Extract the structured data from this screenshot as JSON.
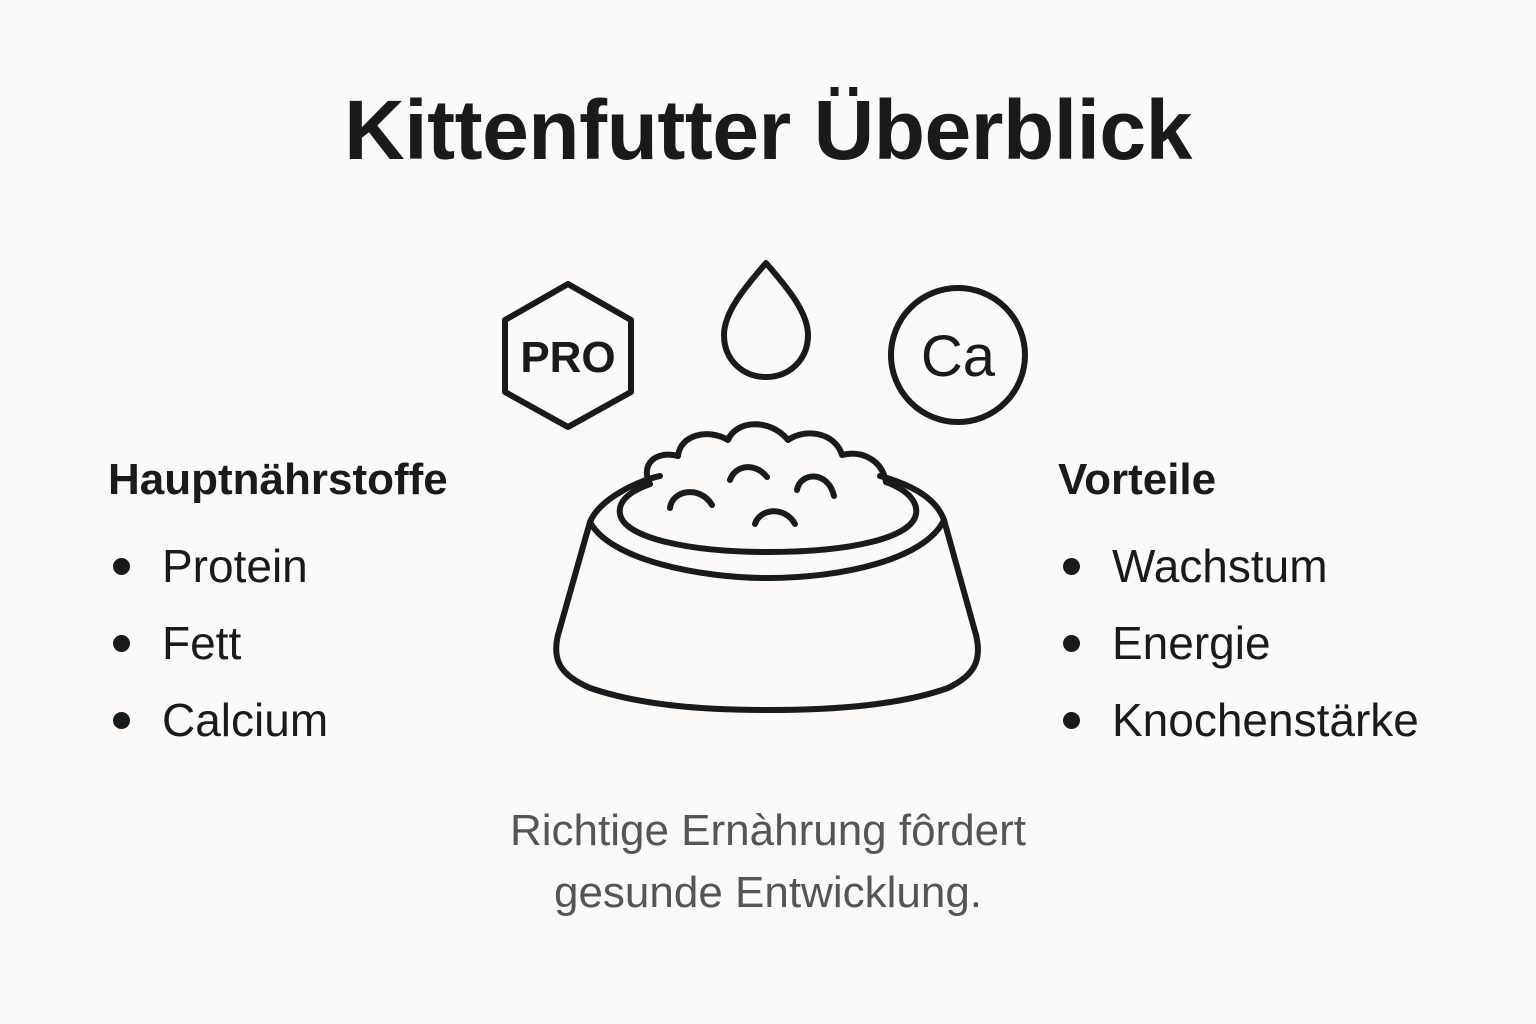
{
  "title": "Kittenfutter Überblick",
  "left_section": {
    "heading": "Hauptnährstoffe",
    "items": [
      "Protein",
      "Fett",
      "Calcium"
    ]
  },
  "right_section": {
    "heading": "Vorteile",
    "items": [
      "Wachstum",
      "Energie",
      "Knochenstärke"
    ]
  },
  "icons": {
    "protein_badge_text": "PRO",
    "calcium_badge_text": "Ca",
    "names": [
      "protein-hexagon-icon",
      "fat-drop-icon",
      "calcium-circle-icon",
      "food-bowl-icon"
    ]
  },
  "caption": {
    "line1": "Richtige Ernàhrung fôrdert",
    "line2": "gesunde Entwicklung."
  },
  "colors": {
    "background": "#fbfaf8",
    "text": "#1a1a1a",
    "caption": "#555555"
  }
}
